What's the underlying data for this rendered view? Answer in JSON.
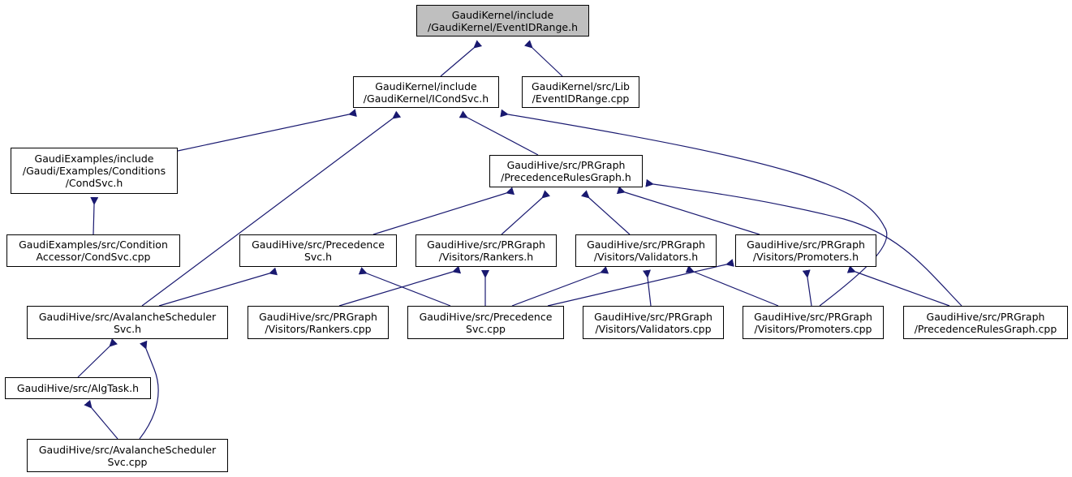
{
  "diagram": {
    "style": {
      "edge_color": "#191970",
      "node_border": "#000000",
      "root_fill": "#bfbfbf",
      "node_fill": "#ffffff"
    },
    "nodes": {
      "eventidrange_h": "GaudiKernel/include\n/GaudiKernel/EventIDRange.h",
      "icondsvc_h": "GaudiKernel/include\n/GaudiKernel/ICondSvc.h",
      "eventidrange_cpp": "GaudiKernel/src/Lib\n/EventIDRange.cpp",
      "condsvc_h": "GaudiExamples/include\n/Gaudi/Examples/Conditions\n/CondSvc.h",
      "condsvc_cpp": "GaudiExamples/src/Condition\nAccessor/CondSvc.cpp",
      "precedencerulesgraph_h": "GaudiHive/src/PRGraph\n/PrecedenceRulesGraph.h",
      "precedencesvc_h": "GaudiHive/src/Precedence\nSvc.h",
      "rankers_h": "GaudiHive/src/PRGraph\n/Visitors/Rankers.h",
      "validators_h": "GaudiHive/src/PRGraph\n/Visitors/Validators.h",
      "promoters_h": "GaudiHive/src/PRGraph\n/Visitors/Promoters.h",
      "avalanchescheduler_h": "GaudiHive/src/AvalancheScheduler\nSvc.h",
      "rankers_cpp": "GaudiHive/src/PRGraph\n/Visitors/Rankers.cpp",
      "precedencesvc_cpp": "GaudiHive/src/Precedence\nSvc.cpp",
      "validators_cpp": "GaudiHive/src/PRGraph\n/Visitors/Validators.cpp",
      "promoters_cpp": "GaudiHive/src/PRGraph\n/Visitors/Promoters.cpp",
      "precedencerulesgraph_cpp": "GaudiHive/src/PRGraph\n/PrecedenceRulesGraph.cpp",
      "algtask_h": "GaudiHive/src/AlgTask.h",
      "avalanchescheduler_cpp": "GaudiHive/src/AvalancheScheduler\nSvc.cpp"
    }
  }
}
